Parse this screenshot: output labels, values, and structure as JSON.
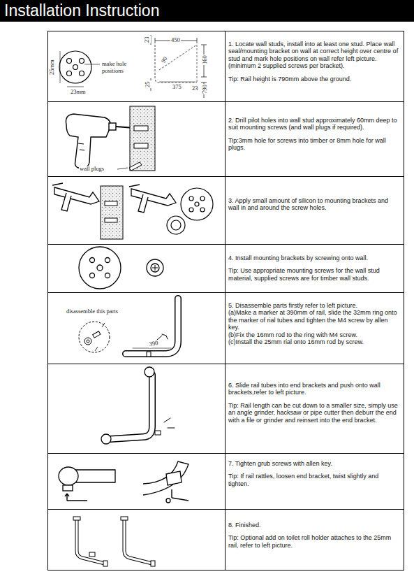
{
  "diagram": {
    "title": "Installation Instruction",
    "nodes": [
      {
        "text": [
          "1. Locate wall studs, install into at least one stud. Place wall seal/mounting bracket on wall at correct height over centre of stud and mark hole positions on wall refer left picture. (minimum 2 supplied screws per bracket).",
          "Tip: Rail height is 790mm above the ground."
        ]
      },
      {
        "text": [
          "2. Drill pilot holes into wall stud approximately 60mm deep to suit mounting screws (and wall plugs if required).",
          "Tip:3mm hole for screws into timber or 8mm hole for wall plugs."
        ]
      },
      {
        "text": [
          "3. Apply small amount of silicon to mounting brackets and wall in and around the screw holes."
        ]
      },
      {
        "text": [
          "4. Install mounting brackets by screwing onto wall.",
          "Tip: Use appropriate mounting screws for the wall stud material, supplied screws are for timber wall studs."
        ]
      },
      {
        "text": [
          "5. Disassemble parts firstly refer to left picture.",
          "(a)Make a marker at 390mm of rail, slide the 32mm ring onto the marker of rial tubes and tighten the M4 screw by allen key.",
          "(b)Fix the 16mm rod to the ring with M4 screw.",
          "(c)Install the 25mm rial onto 16mm rod by screw."
        ]
      },
      {
        "text": [
          "6. Slide rail tubes into end brackets and push onto wall brackets,refer to left picture.",
          "Tip: Rail length can be cut down to a smaller size, simply use an angle grinder, hacksaw or pipe cutter then deburr the end with a file or grinder and reinsert into the end bracket."
        ]
      },
      {
        "text": [
          "7. Tighten grub screws with allen key.",
          "Tip: If rail rattles, loosen end bracket, twist slightly and tighten."
        ]
      },
      {
        "text": [
          "8. Finished.",
          "Tip: Optional add on toilet roll holder attaches to the 25mm rail, refer to left picture."
        ]
      }
    ],
    "labels": [
      "make hole positions",
      "25mm",
      "23mm",
      "23",
      "450",
      "160",
      "90",
      "25",
      "375",
      "23",
      "790",
      "wall plugs",
      "disassemble this parts",
      "390"
    ]
  }
}
